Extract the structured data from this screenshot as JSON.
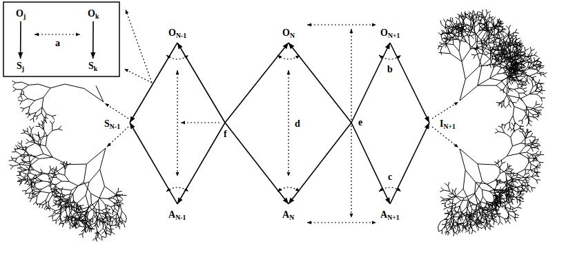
{
  "diagram": {
    "nodes": [
      {
        "text": [
          "Oj"
        ]
      },
      {
        "text": [
          "Sj"
        ]
      },
      {
        "text": [
          "Ok"
        ]
      },
      {
        "text": [
          "Sk"
        ]
      }
    ],
    "edges": [
      {
        "from": 0,
        "to": 1,
        "arrow": "to"
      },
      {
        "from": 2,
        "to": 3,
        "arrow": "to"
      }
    ],
    "labels": [
      "a",
      "ON-1",
      "ON",
      "ON+1",
      "SN-1",
      "f",
      "d",
      "e",
      "b",
      "c",
      "IN+1",
      "AN-1",
      "AN",
      "AN+1"
    ]
  }
}
